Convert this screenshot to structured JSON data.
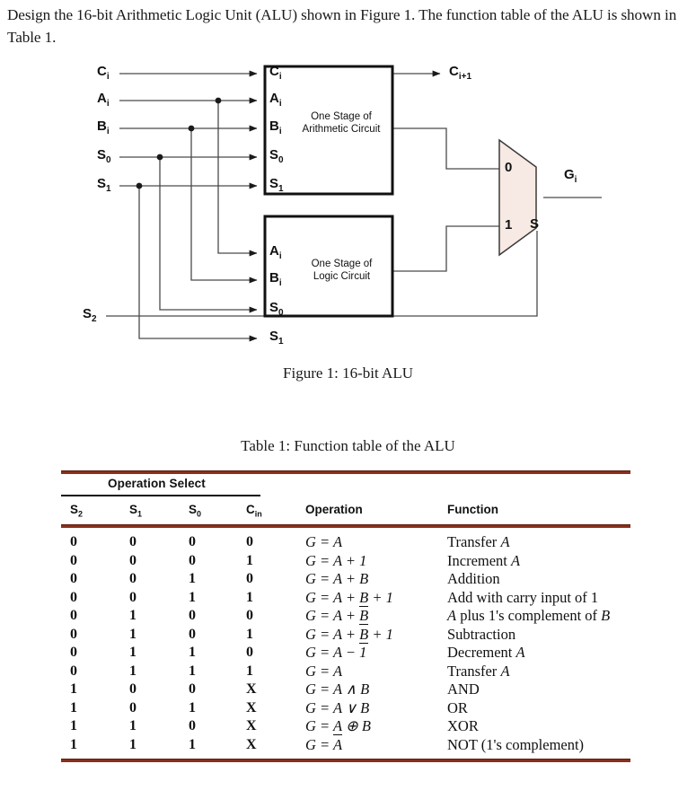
{
  "intro": {
    "text": "Design the 16-bit Arithmetic Logic Unit (ALU) shown in Figure 1. The function table of the ALU is shown in Table 1."
  },
  "figure": {
    "caption": "Figure 1: 16-bit ALU",
    "mux_fill": "#f7e9e3",
    "inputs": [
      {
        "name": "input-label-ci",
        "label": "C",
        "sub": "i"
      },
      {
        "name": "input-label-ai",
        "label": "A",
        "sub": "i"
      },
      {
        "name": "input-label-bi",
        "label": "B",
        "sub": "i"
      },
      {
        "name": "input-label-s0",
        "label": "S",
        "sub": "0"
      },
      {
        "name": "input-label-s1",
        "label": "S",
        "sub": "1"
      },
      {
        "name": "input-label-s2",
        "label": "S",
        "sub": "2"
      }
    ],
    "arithmetic_block": {
      "title_line1": "One Stage of",
      "title_line2": "Arithmetic Circuit",
      "ports": [
        "C",
        "A",
        "B",
        "S",
        "S"
      ],
      "port_subs": [
        "i",
        "i",
        "i",
        "0",
        "1"
      ]
    },
    "logic_block": {
      "title_line1": "One Stage of",
      "title_line2": "Logic Circuit",
      "ports": [
        "A",
        "B",
        "S",
        "S"
      ],
      "port_subs": [
        "i",
        "i",
        "0",
        "1"
      ]
    },
    "mux": {
      "input0_label": "0",
      "input1_label": "1",
      "select_label": "S"
    },
    "outputs": [
      {
        "name": "output-label-cout",
        "label": "C",
        "sub": "i+1"
      },
      {
        "name": "output-label-gi",
        "label": "G",
        "sub": "i"
      }
    ]
  },
  "table": {
    "caption": "Table 1: Function table of the ALU",
    "group_header": "Operation Select",
    "rule_color": "#8a2f1c",
    "headers": {
      "s2": "S",
      "s2_sub": "2",
      "s1": "S",
      "s1_sub": "1",
      "s0": "S",
      "s0_sub": "0",
      "cin": "C",
      "cin_sub": "in",
      "operation": "Operation",
      "function": "Function"
    },
    "rows": [
      {
        "s2": "0",
        "s1": "0",
        "s0": "0",
        "cin": "0",
        "operation_html": "G = A",
        "function_html": "Transfer <i>A</i>"
      },
      {
        "s2": "0",
        "s1": "0",
        "s0": "0",
        "cin": "1",
        "operation_html": "G = A + 1",
        "function_html": "Increment <i>A</i>"
      },
      {
        "s2": "0",
        "s1": "0",
        "s0": "1",
        "cin": "0",
        "operation_html": "G = A + B",
        "function_html": "Addition"
      },
      {
        "s2": "0",
        "s1": "0",
        "s0": "1",
        "cin": "1",
        "operation_html": "G = A + <span class=\"bar\">B</span> + 1",
        "function_html": "Add with carry input of 1"
      },
      {
        "s2": "0",
        "s1": "1",
        "s0": "0",
        "cin": "0",
        "operation_html": "G = A + <span class=\"bar\">B</span>",
        "function_html": "<i>A</i> plus 1's complement of <i>B</i>"
      },
      {
        "s2": "0",
        "s1": "1",
        "s0": "0",
        "cin": "1",
        "operation_html": "G = A + <span class=\"bar\">B</span> + 1",
        "function_html": "Subtraction"
      },
      {
        "s2": "0",
        "s1": "1",
        "s0": "1",
        "cin": "0",
        "operation_html": "G = A − 1",
        "function_html": "Decrement <i>A</i>"
      },
      {
        "s2": "0",
        "s1": "1",
        "s0": "1",
        "cin": "1",
        "operation_html": "G = A",
        "function_html": "Transfer <i>A</i>"
      },
      {
        "s2": "1",
        "s1": "0",
        "s0": "0",
        "cin": "X",
        "operation_html": "G = A ∧ B",
        "function_html": "AND"
      },
      {
        "s2": "1",
        "s1": "0",
        "s0": "1",
        "cin": "X",
        "operation_html": "G = A ∨ B",
        "function_html": "OR"
      },
      {
        "s2": "1",
        "s1": "1",
        "s0": "0",
        "cin": "X",
        "operation_html": "G = <span class=\"bar\">A</span> ⊕ B",
        "function_html": "XOR"
      },
      {
        "s2": "1",
        "s1": "1",
        "s0": "1",
        "cin": "X",
        "operation_html": "G = A",
        "function_html": "NOT (1's complement)"
      }
    ]
  }
}
